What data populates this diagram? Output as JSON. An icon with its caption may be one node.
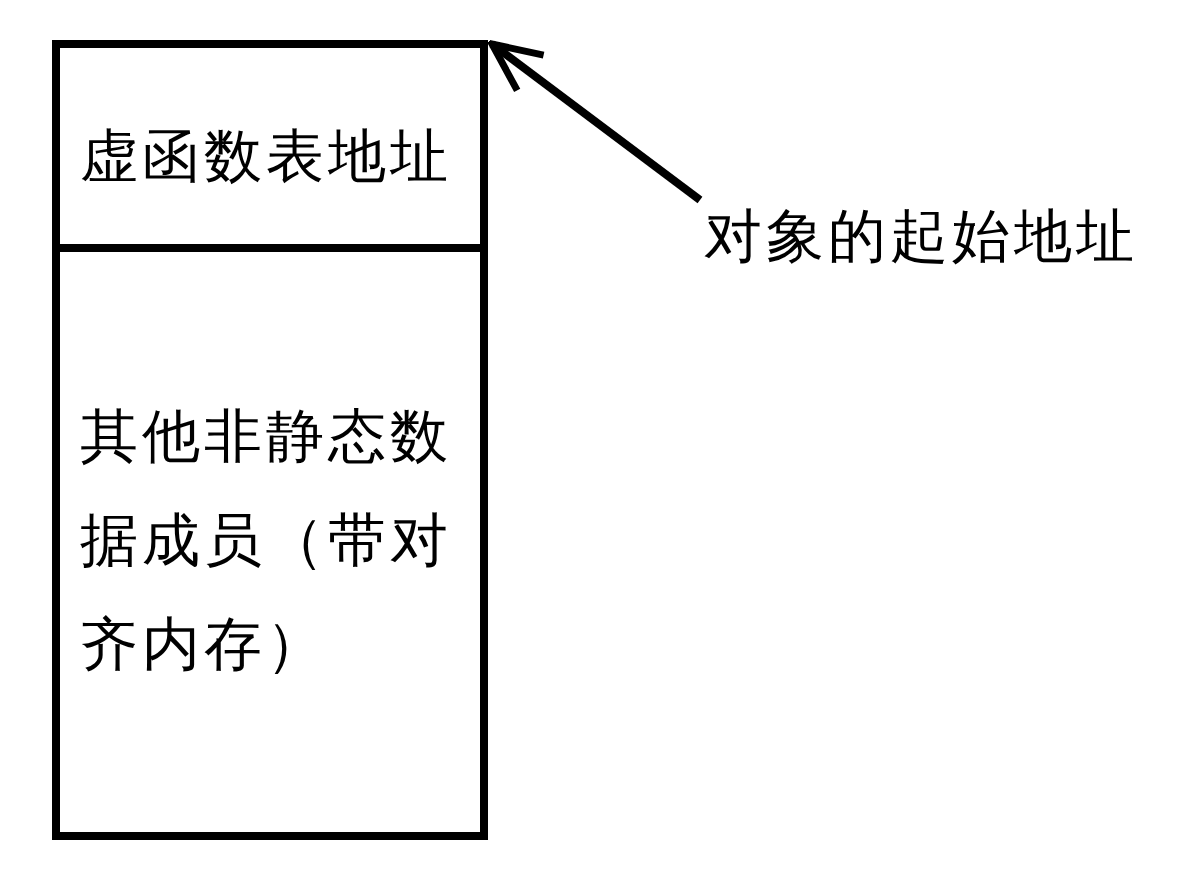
{
  "diagram": {
    "nodes": [
      {
        "text": [
          "虚函数表地址"
        ]
      },
      {
        "text": [
          "其他非静态数据成员（带对齐内存）"
        ]
      },
      {
        "text": [
          "对象的起始地址"
        ]
      }
    ],
    "edges": [
      {
        "from": 2,
        "to": 0,
        "arrow": "to"
      }
    ]
  }
}
